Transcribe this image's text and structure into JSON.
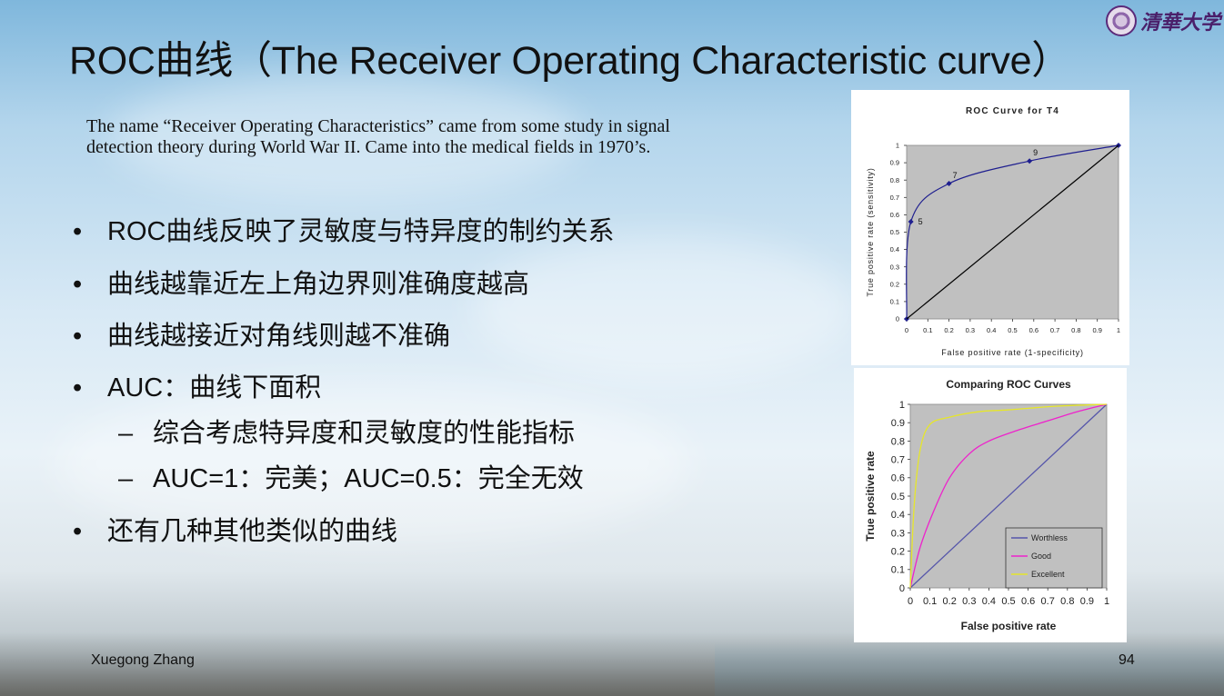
{
  "slide": {
    "title": "ROC曲线（The Receiver Operating Characteristic curve）",
    "logo_text": "清華大学",
    "intro_line1": "The name “Receiver Operating Characteristics” came from some study in signal",
    "intro_line2": "detection theory during World War II.  Came into the medical fields in 1970’s.",
    "bullets": [
      "ROC曲线反映了灵敏度与特异度的制约关系",
      "曲线越靠近左上角边界则准确度越高",
      "曲线越接近对角线则越不准确",
      "AUC：曲线下面积"
    ],
    "sub_bullets": [
      "综合考虑特异度和灵敏度的性能指标",
      "AUC=1：完美；AUC=0.5：完全无效"
    ],
    "last_bullet": "还有几种其他类似的曲线",
    "bullet_symbol": "•",
    "dash_symbol": "–",
    "footer_author": "Xuegong Zhang",
    "page_number": "94"
  },
  "chart_data": [
    {
      "type": "line",
      "title": "ROC Curve for T4",
      "xlabel": "False positive rate (1-specificity)",
      "ylabel": "True positive rate (sensitivity)",
      "xlim": [
        0,
        1
      ],
      "ylim": [
        0,
        1
      ],
      "xticks": [
        "0",
        "0.1",
        "0.2",
        "0.3",
        "0.4",
        "0.5",
        "0.6",
        "0.7",
        "0.8",
        "0.9",
        "1"
      ],
      "yticks": [
        "0",
        "0.1",
        "0.2",
        "0.3",
        "0.4",
        "0.5",
        "0.6",
        "0.7",
        "0.8",
        "0.9",
        "1"
      ],
      "plot_background": "#c0c0c0",
      "series": [
        {
          "color": "#1f1f8f",
          "points": [
            [
              0,
              0
            ],
            [
              0.02,
              0.56
            ],
            [
              0.2,
              0.78
            ],
            [
              0.58,
              0.91
            ],
            [
              1,
              1
            ]
          ],
          "point_labels": [
            "",
            "5",
            "7",
            "9",
            ""
          ]
        },
        {
          "color": "#000000",
          "points": [
            [
              0,
              0
            ],
            [
              1,
              1
            ]
          ]
        }
      ],
      "grid": false,
      "legend": "none"
    },
    {
      "type": "line",
      "title": "Comparing ROC Curves",
      "xlabel": "False positive rate",
      "ylabel": "True positive rate",
      "xlim": [
        0,
        1
      ],
      "ylim": [
        0,
        1
      ],
      "xticks": [
        "0",
        "0.1",
        "0.2",
        "0.3",
        "0.4",
        "0.5",
        "0.6",
        "0.7",
        "0.8",
        "0.9",
        "1"
      ],
      "yticks": [
        "0",
        "0.1",
        "0.2",
        "0.3",
        "0.4",
        "0.5",
        "0.6",
        "0.7",
        "0.8",
        "0.9",
        "1"
      ],
      "plot_background": "#c0c0c0",
      "series": [
        {
          "name": "Worthless",
          "color": "#5555aa",
          "points": [
            [
              0,
              0
            ],
            [
              1,
              1
            ]
          ]
        },
        {
          "name": "Good",
          "color": "#ee22cc",
          "points": [
            [
              0,
              0
            ],
            [
              0.05,
              0.22
            ],
            [
              0.12,
              0.42
            ],
            [
              0.2,
              0.6
            ],
            [
              0.3,
              0.73
            ],
            [
              0.4,
              0.8
            ],
            [
              0.55,
              0.86
            ],
            [
              0.7,
              0.91
            ],
            [
              0.85,
              0.96
            ],
            [
              1,
              1
            ]
          ]
        },
        {
          "name": "Excellent",
          "color": "#e6e62a",
          "points": [
            [
              0,
              0
            ],
            [
              0.02,
              0.45
            ],
            [
              0.05,
              0.75
            ],
            [
              0.1,
              0.89
            ],
            [
              0.2,
              0.93
            ],
            [
              0.35,
              0.96
            ],
            [
              0.5,
              0.97
            ],
            [
              0.75,
              0.99
            ],
            [
              1,
              1
            ]
          ]
        }
      ],
      "grid": false,
      "legend": "bottom-right"
    }
  ]
}
